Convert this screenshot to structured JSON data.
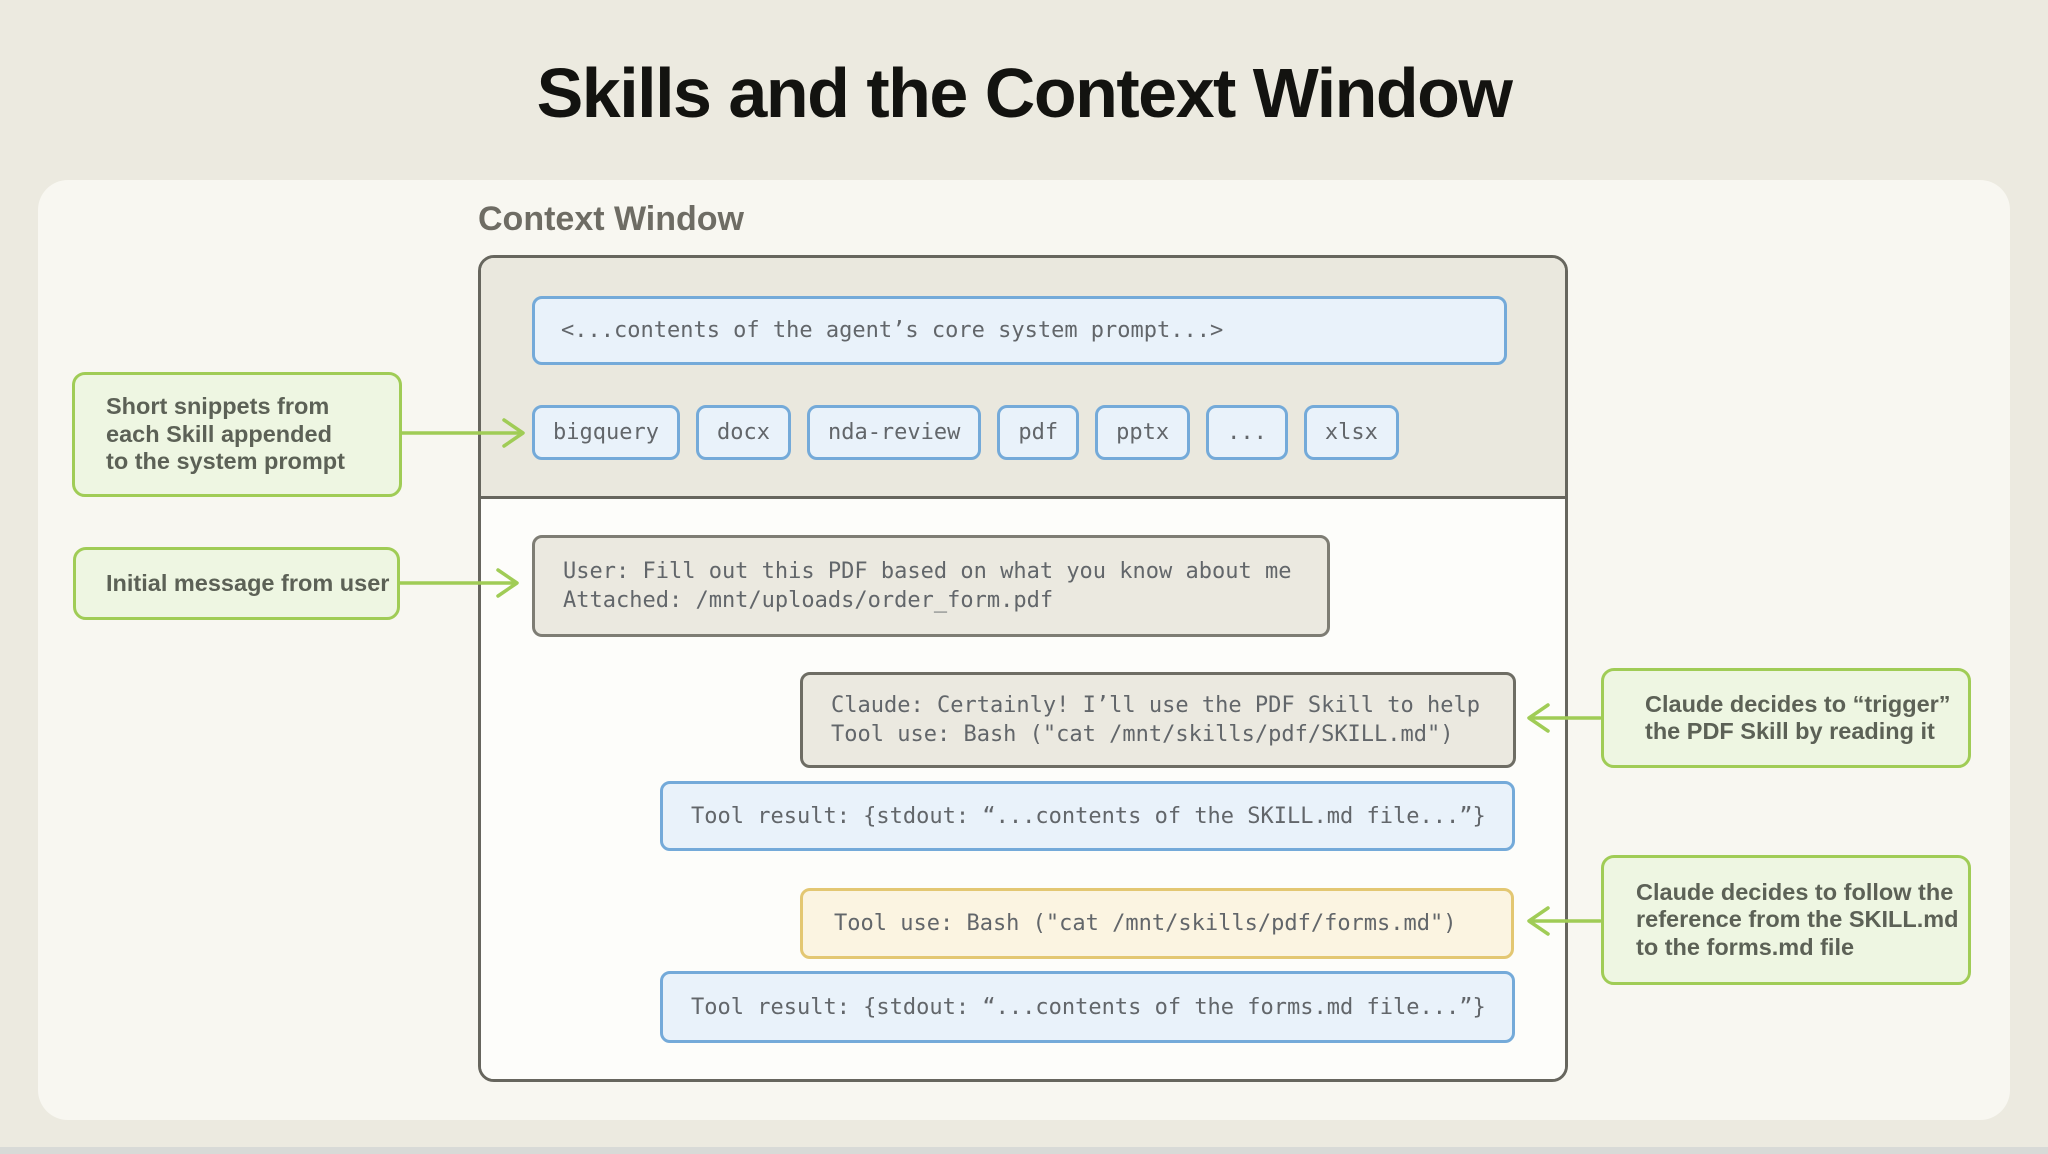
{
  "page": {
    "title": "Skills and the Context Window"
  },
  "context_window": {
    "label": "Context Window",
    "system_prompt": "<...contents of the agent’s core system prompt...>",
    "skills": [
      "bigquery",
      "docx",
      "nda-review",
      "pdf",
      "pptx",
      "...",
      "xlsx"
    ],
    "conversation": {
      "user_message": {
        "line1": "User: Fill out this PDF based on what you know about me",
        "line2": "Attached: /mnt/uploads/order_form.pdf"
      },
      "claude_message": {
        "line1": "Claude: Certainly! I’ll use the PDF Skill to help",
        "line2": "Tool use: Bash (\"cat /mnt/skills/pdf/SKILL.md\")"
      },
      "tool_result_skill": "Tool result: {stdout: “...contents of the SKILL.md file...”}",
      "tool_use_forms": "Tool use: Bash (\"cat /mnt/skills/pdf/forms.md\")",
      "tool_result_forms": "Tool result: {stdout: “...contents of the forms.md file...”}"
    }
  },
  "annotations": {
    "skill_snippets": {
      "lines": [
        "Short snippets from",
        "each Skill appended",
        "to the system prompt"
      ]
    },
    "initial_message": {
      "lines": [
        "Initial message from user"
      ]
    },
    "trigger_skill": {
      "lines": [
        "Claude decides to “trigger”",
        "the PDF Skill by reading it"
      ]
    },
    "follow_reference": {
      "lines": [
        "Claude decides to follow the",
        "reference from the SKILL.md",
        "to the forms.md file"
      ]
    }
  },
  "colors": {
    "page_background": "#ECEAE0",
    "panel_background": "#F8F7F1",
    "title_color": "#131310",
    "box_border": "#67665E",
    "section_beige": "#EAE8DE",
    "blue_fill": "#E9F2FA",
    "blue_border": "#74AAD9",
    "beige_fill": "#EBE9E0",
    "yellow_fill": "#FBF4E1",
    "yellow_border": "#E3C772",
    "green_fill": "#EEF6E2",
    "green_border": "#A0CC56",
    "annotation_text": "#5C6156",
    "mono_text": "#62666A"
  }
}
